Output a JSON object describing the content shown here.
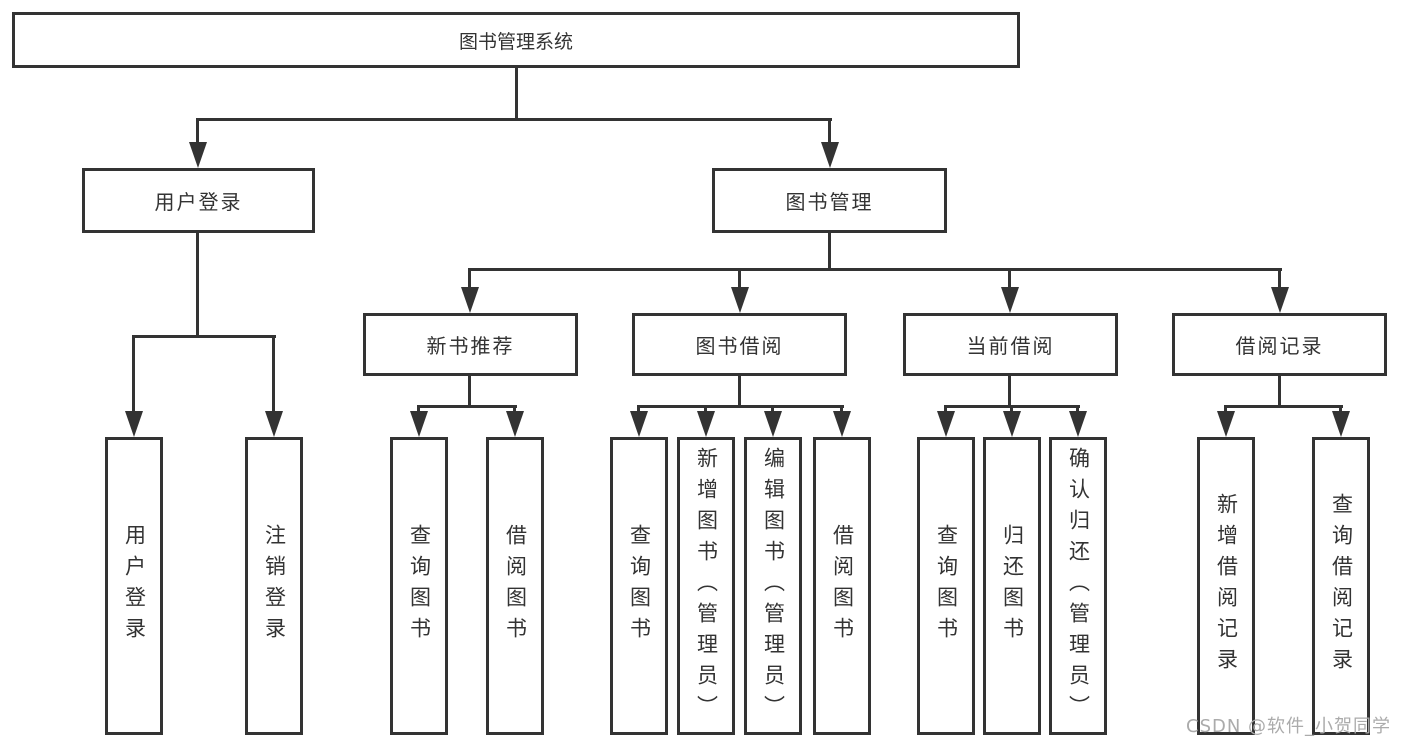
{
  "tree": {
    "root": {
      "label": "图书管理系统",
      "children": [
        {
          "label": "用户登录",
          "children": [
            {
              "label": "用户登录"
            },
            {
              "label": "注销登录"
            }
          ]
        },
        {
          "label": "图书管理",
          "children": [
            {
              "label": "新书推荐",
              "children": [
                {
                  "label": "查询图书"
                },
                {
                  "label": "借阅图书"
                }
              ]
            },
            {
              "label": "图书借阅",
              "children": [
                {
                  "label": "查询图书"
                },
                {
                  "label": "新增图书（管理员）"
                },
                {
                  "label": "编辑图书（管理员）"
                },
                {
                  "label": "借阅图书"
                }
              ]
            },
            {
              "label": "当前借阅",
              "children": [
                {
                  "label": "查询图书"
                },
                {
                  "label": "归还图书"
                },
                {
                  "label": "确认归还（管理员）"
                }
              ]
            },
            {
              "label": "借阅记录",
              "children": [
                {
                  "label": "新增借阅记录"
                },
                {
                  "label": "查询借阅记录"
                }
              ]
            }
          ]
        }
      ]
    }
  },
  "colors": {
    "line": "#333333",
    "text": "#333333",
    "box_fill": "#ffffff",
    "watermark": "#ababab"
  },
  "watermark": {
    "text": "CSDN @软件_小贺同学"
  }
}
